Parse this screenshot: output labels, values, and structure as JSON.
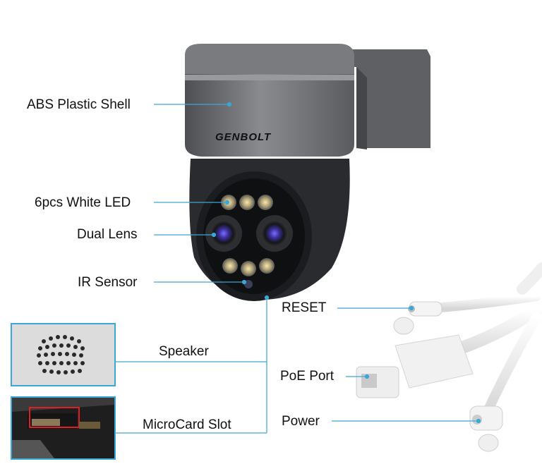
{
  "brand": {
    "logo_text": "GENBOLT"
  },
  "labels": {
    "shell": "ABS Plastic Shell",
    "led": "6pcs White LED",
    "lens": "Dual Lens",
    "ir": "IR Sensor",
    "speaker": "Speaker",
    "microcard": "MicroCard Slot",
    "reset": "RESET",
    "poe": "PoE Port",
    "power": "Power"
  },
  "colors": {
    "leader_line": "#3aa7d8",
    "inset_border": "#3aa7d8",
    "slot_highlight": "#e02020",
    "camera_body": "#2a2b2e",
    "camera_top": "#6f7073",
    "cable": "#f2f2f2"
  }
}
